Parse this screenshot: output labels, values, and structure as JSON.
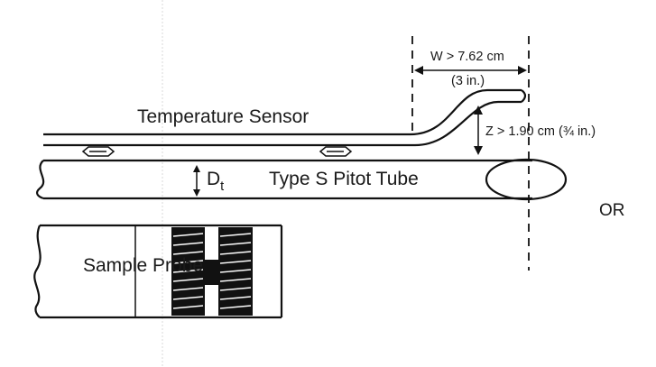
{
  "labels": {
    "temperature_sensor": "Temperature Sensor",
    "pitot_tube": "Type S Pitot Tube",
    "sample_probe": "Sample Probe",
    "diameter": "D",
    "diameter_sub": "t",
    "w_dim": "W > 7.62 cm",
    "w_dim_in": "(3 in.)",
    "z_dim": "Z > 1.90 cm (¾ in.)",
    "or_text": "OR"
  },
  "colors": {
    "line": "#111111",
    "background": "#ffffff",
    "guide": "#d8d8d8"
  }
}
